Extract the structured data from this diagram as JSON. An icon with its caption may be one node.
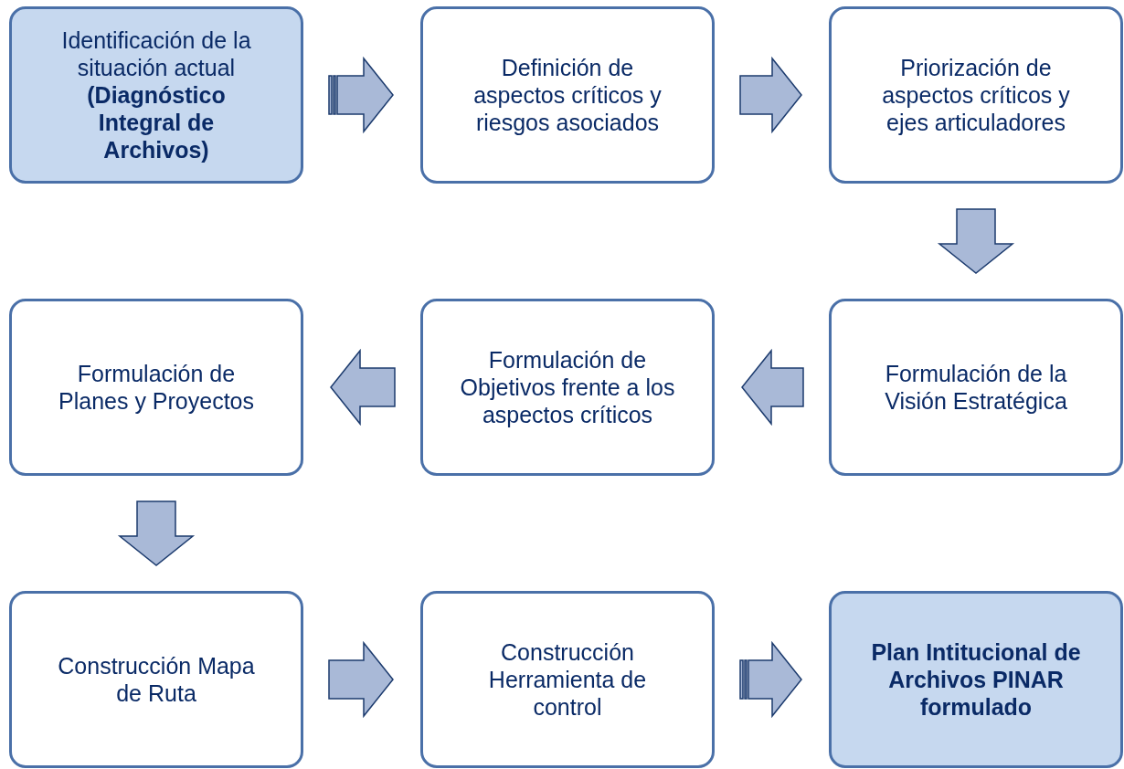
{
  "diagram": {
    "nodes": [
      {
        "text": [
          "Identificación de la situación actual **(Diagnóstico Integral de Archivos)**"
        ]
      },
      {
        "text": [
          "Definición de aspectos críticos y riesgos asociados"
        ]
      },
      {
        "text": [
          "Priorización de aspectos críticos y ejes articuladores"
        ]
      },
      {
        "text": [
          "Formulación de la Visión Estratégica"
        ]
      },
      {
        "text": [
          "Formulación de Objetivos frente a los aspectos críticos"
        ]
      },
      {
        "text": [
          "Formulación de Planes y Proyectos"
        ]
      },
      {
        "text": [
          "Construcción Mapa de Ruta"
        ]
      },
      {
        "text": [
          "Construcción Herramienta de control"
        ]
      },
      {
        "text": [
          "Plan Intitucional de Archivos PINAR formulado"
        ]
      }
    ],
    "edges": [
      {
        "from": 0,
        "to": 1,
        "arrow": "to"
      },
      {
        "from": 1,
        "to": 2,
        "arrow": "to"
      },
      {
        "from": 2,
        "to": 3,
        "arrow": "to"
      },
      {
        "from": 3,
        "to": 4,
        "arrow": "to"
      },
      {
        "from": 4,
        "to": 5,
        "arrow": "to"
      },
      {
        "from": 5,
        "to": 6,
        "arrow": "to"
      },
      {
        "from": 6,
        "to": 7,
        "arrow": "to"
      },
      {
        "from": 7,
        "to": 8,
        "arrow": "to"
      }
    ]
  }
}
